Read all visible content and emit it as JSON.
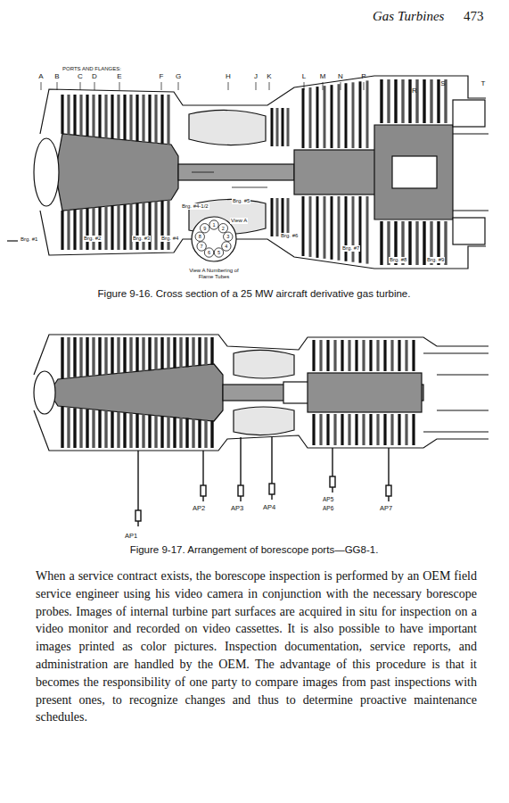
{
  "diagram": {
    "labels": [
      "Gas Turbines",
      "473",
      "PORTS AND FLANGES:",
      "A",
      "B",
      "C",
      "D",
      "E",
      "F",
      "G",
      "H",
      "J",
      "K",
      "L",
      "M",
      "N",
      "P",
      "R",
      "S",
      "T",
      "Brg. #1",
      "Brg. #2",
      "Brg. #3",
      "Brg. #4",
      "Brg. #4-1/2",
      "Brg. #5",
      "View A",
      "Brg. #6",
      "Brg. #7",
      "Brg. #8",
      "Brg. #9",
      "1",
      "2",
      "3",
      "4",
      "5",
      "6",
      "7",
      "8",
      "9",
      "View A Numbering of Flame Tubes",
      "Figure 9-16. Cross section of a 25 MW aircraft derivative gas turbine.",
      "AP1",
      "AP2",
      "AP3",
      "AP4",
      "AP5",
      "AP6",
      "AP7",
      "Figure 9-17. Arrangement of borescope ports—GG8-1.",
      "When a service contract exists, the borescope inspection is performed by an OEM field service engineer using his video camera in conjunction with the necessary borescope probes. Images of internal turbine part surfaces are acquired in situ for inspection on a video monitor and recorded on video cassettes. It is also possible to have important images printed as color pictures. Inspection documentation, service reports, and administration are handled by the OEM. The advantage of this procedure is that it becomes the responsibility of one party to compare images from past inspections with present ones, to recognize changes and thus to determine proactive maintenance schedules."
    ]
  }
}
